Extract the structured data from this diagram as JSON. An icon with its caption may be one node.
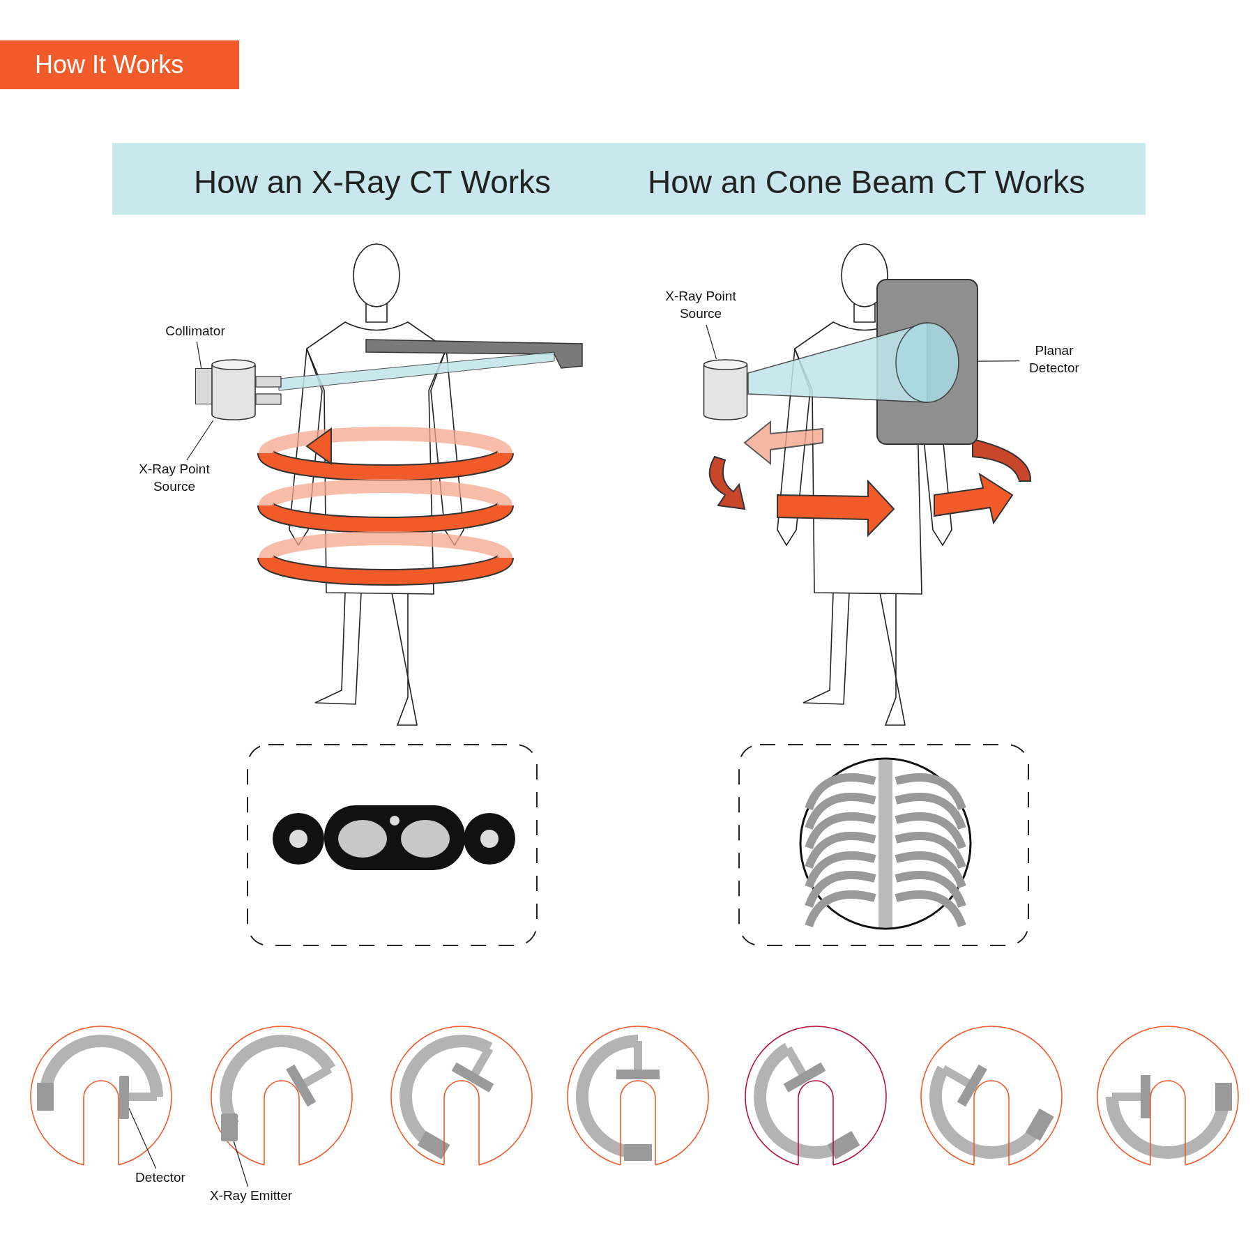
{
  "diagram": {
    "title": "How It Works",
    "nodes": [
      {
        "text": [
          "Collimator"
        ]
      },
      {
        "text": [],
        "shape": "box"
      },
      {
        "text": [
          "X-Ray Point Source"
        ]
      },
      {
        "text": [],
        "shape": "cylinder"
      },
      {
        "text": [
          "X-Ray Point Source"
        ]
      },
      {
        "text": [],
        "shape": "cylinder"
      },
      {
        "text": [
          "Planar Detector"
        ]
      },
      {
        "text": [],
        "shape": "box"
      },
      {
        "text": [
          "Detector"
        ]
      },
      {
        "text": [],
        "shape": "bar"
      },
      {
        "text": [
          "X-Ray Emitter"
        ]
      },
      {
        "text": [],
        "shape": "bar"
      }
    ],
    "edges": [
      {
        "from": 0,
        "to": 1,
        "arrow": "none"
      },
      {
        "from": 2,
        "to": 3,
        "arrow": "none"
      },
      {
        "from": 4,
        "to": 5,
        "arrow": "none"
      },
      {
        "from": 6,
        "to": 7,
        "arrow": "none"
      },
      {
        "from": 8,
        "to": 9,
        "arrow": "none"
      },
      {
        "from": 10,
        "to": 11,
        "arrow": "none"
      }
    ],
    "labels": [
      "How an X-Ray CT Works",
      "How an Cone Beam CT Works"
    ]
  }
}
